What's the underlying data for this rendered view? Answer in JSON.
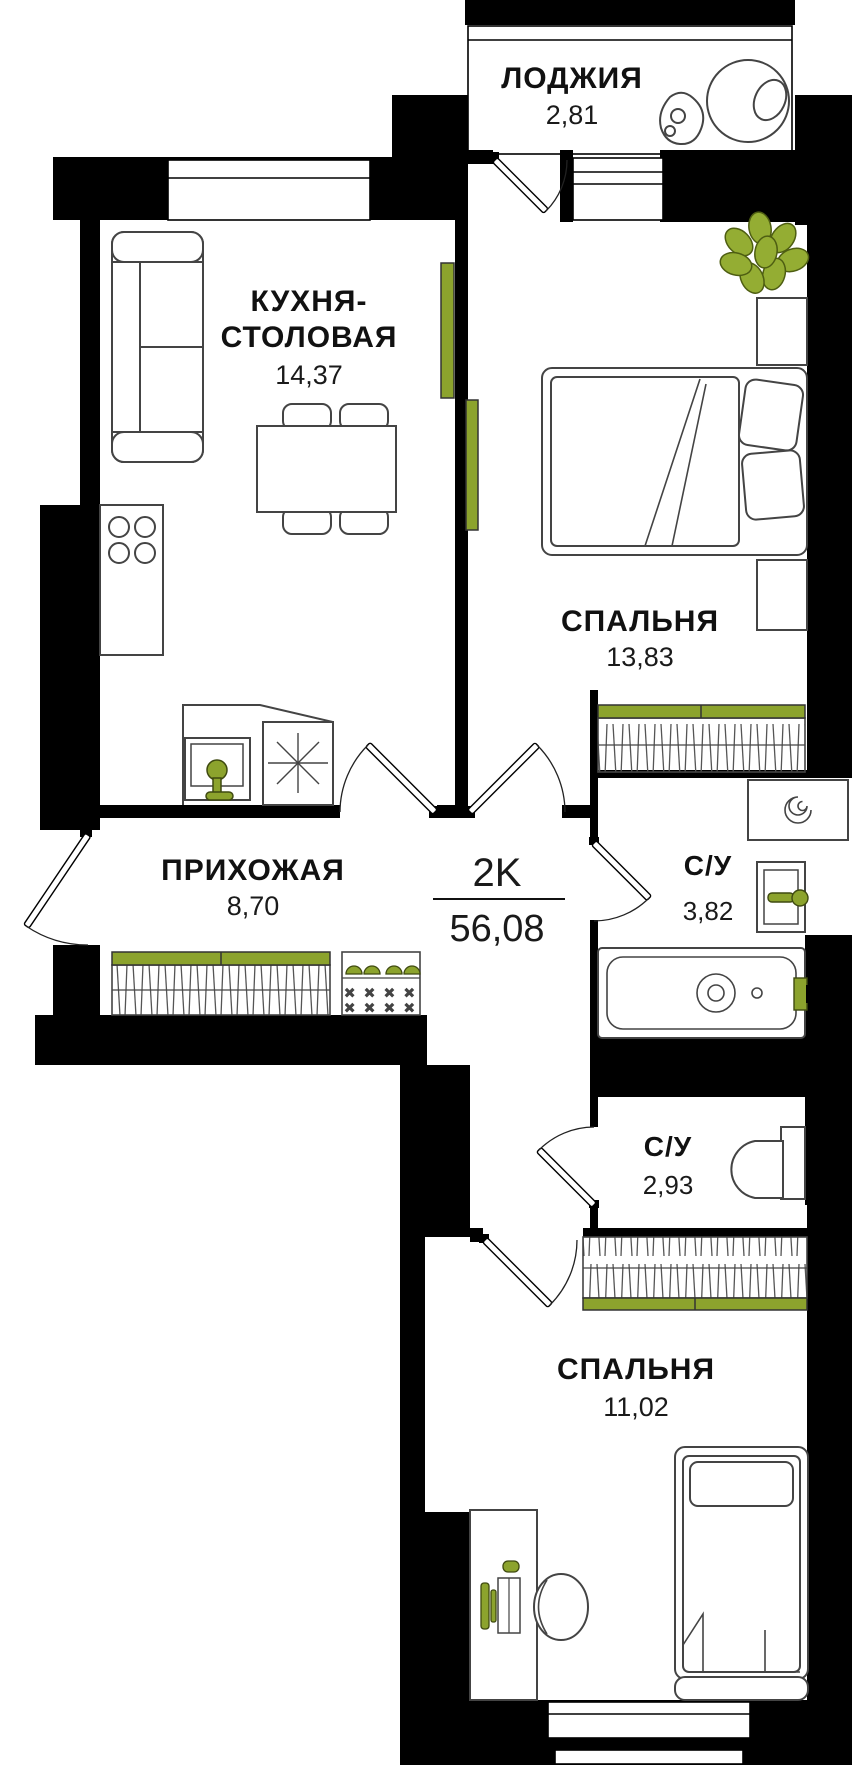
{
  "unit": {
    "type": "2K",
    "total_area": "56,08"
  },
  "rooms": [
    {
      "id": "loggia",
      "label": "ЛОДЖИЯ",
      "area": "2,81"
    },
    {
      "id": "kitchen",
      "label_line1": "КУХНЯ-",
      "label_line2": "СТОЛОВАЯ",
      "area": "14,37"
    },
    {
      "id": "bedroom1",
      "label": "СПАЛЬНЯ",
      "area": "13,83"
    },
    {
      "id": "hallway",
      "label": "ПРИХОЖАЯ",
      "area": "8,70"
    },
    {
      "id": "bathroom1",
      "label": "С/У",
      "area": "3,82"
    },
    {
      "id": "bathroom2",
      "label": "С/У",
      "area": "2,93"
    },
    {
      "id": "bedroom2",
      "label": "СПАЛЬНЯ",
      "area": "11,02"
    }
  ],
  "colors": {
    "wall_black": "#000000",
    "accent_green": "#8CA32D",
    "leaf_green": "#94AD33",
    "furniture_line": "#444444"
  },
  "icons": {
    "shoe_rack_marks": "✕ ✕ ✕ ✕"
  }
}
